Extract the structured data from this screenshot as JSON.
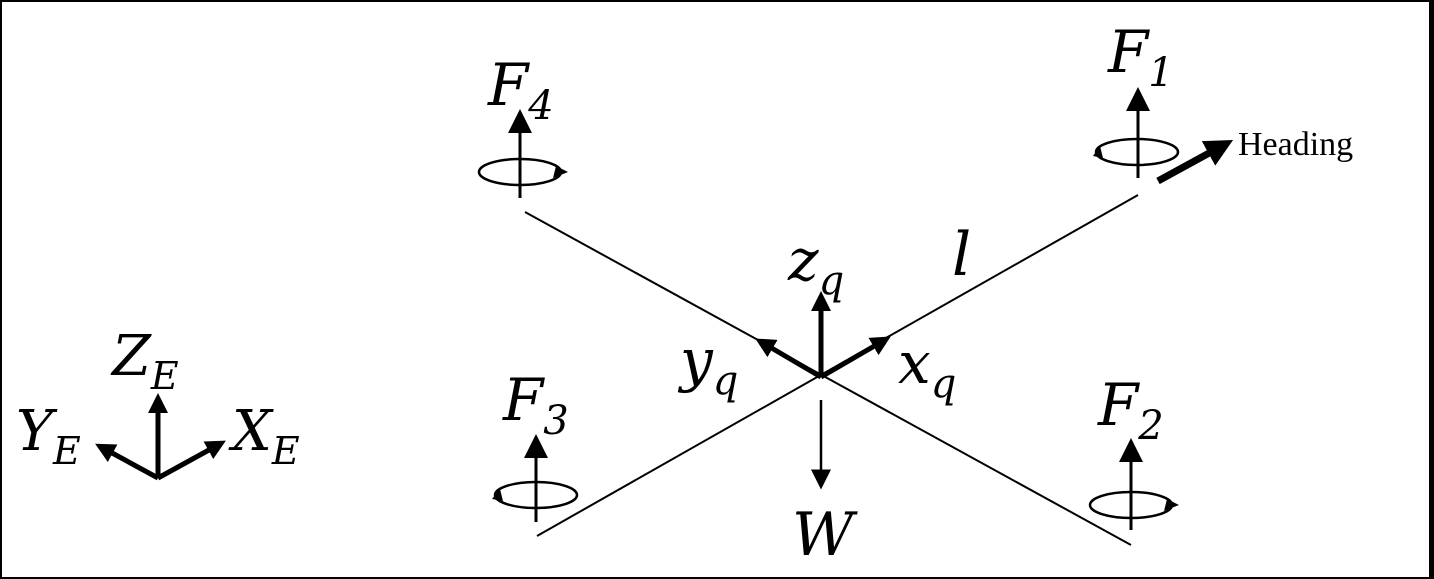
{
  "frame_border": true,
  "earth_frame": {
    "z_axis": {
      "base": "Z",
      "sub": "E"
    },
    "y_axis": {
      "base": "Y",
      "sub": "E"
    },
    "x_axis": {
      "base": "X",
      "sub": "E"
    }
  },
  "body_frame": {
    "z_axis": {
      "base": "z",
      "sub": "q"
    },
    "y_axis": {
      "base": "y",
      "sub": "q"
    },
    "x_axis": {
      "base": "x",
      "sub": "q"
    },
    "weight": "W",
    "arm_length": "l",
    "heading": "Heading"
  },
  "rotors": [
    {
      "id": "rotor-1",
      "base": "F",
      "sub": "1"
    },
    {
      "id": "rotor-2",
      "base": "F",
      "sub": "2"
    },
    {
      "id": "rotor-3",
      "base": "F",
      "sub": "3"
    },
    {
      "id": "rotor-4",
      "base": "F",
      "sub": "4"
    }
  ]
}
